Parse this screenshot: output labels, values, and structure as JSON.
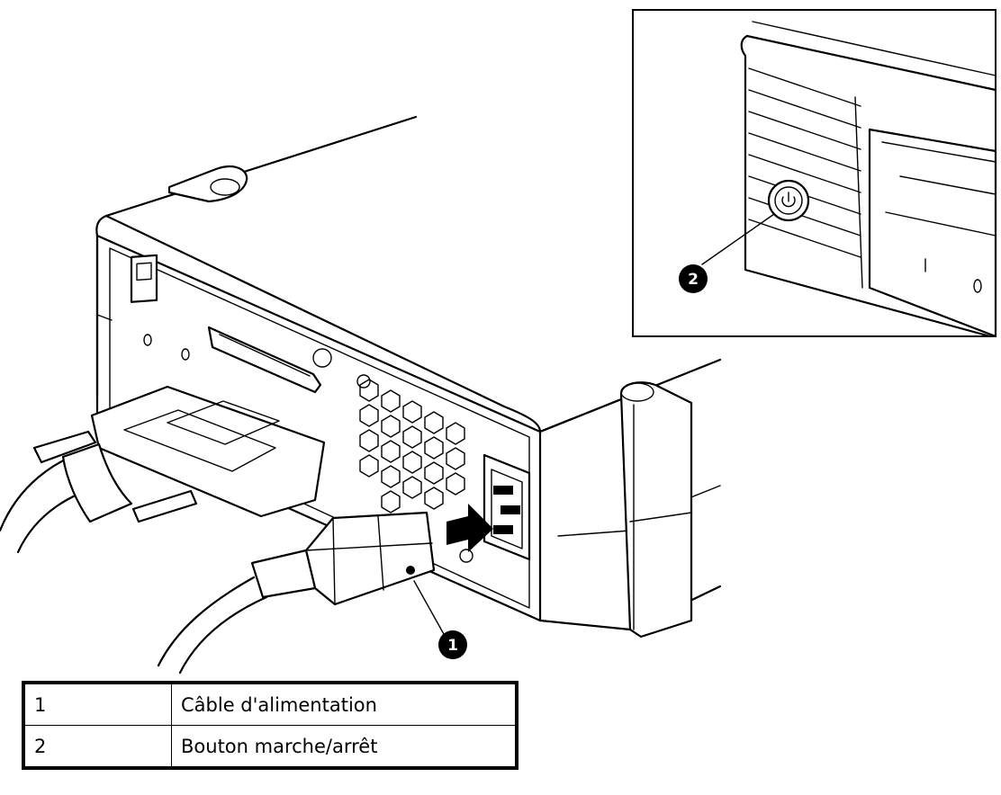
{
  "callouts": [
    {
      "number": "1",
      "target": "power-cord"
    },
    {
      "number": "2",
      "target": "power-button"
    }
  ],
  "legend": [
    {
      "number": "1",
      "label": "Câble d'alimentation"
    },
    {
      "number": "2",
      "label": "Bouton marche/arrêt"
    }
  ]
}
